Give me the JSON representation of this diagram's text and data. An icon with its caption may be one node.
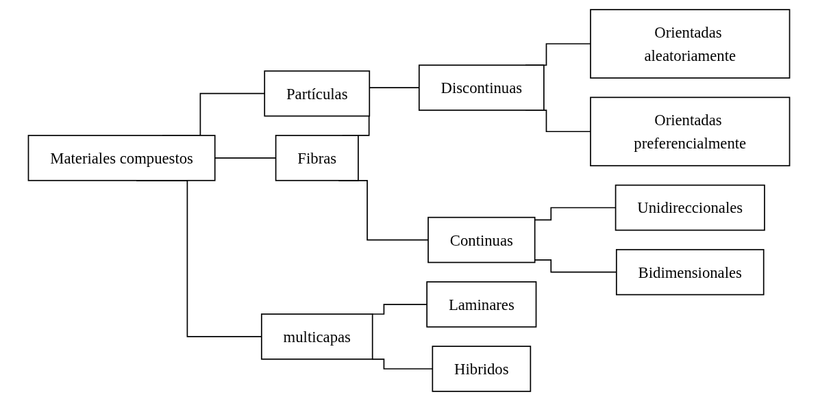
{
  "diagram": {
    "nodes": [
      {
        "text": [
          "Materiales compuestos"
        ]
      },
      {
        "text": [
          "Partículas"
        ]
      },
      {
        "text": [
          "Fibras"
        ]
      },
      {
        "text": [
          "multicapas"
        ]
      },
      {
        "text": [
          "Discontinuas"
        ]
      },
      {
        "text": [
          "Continuas"
        ]
      },
      {
        "text": [
          "Laminares"
        ]
      },
      {
        "text": [
          "Hibridos"
        ]
      },
      {
        "text": [
          "Orientadas aleatoriamente"
        ]
      },
      {
        "text": [
          "Orientadas preferencialmente"
        ]
      },
      {
        "text": [
          "Unidireccionales"
        ]
      },
      {
        "text": [
          "Bidimensionales"
        ]
      }
    ],
    "edges": [
      {
        "from": 0,
        "to": 1,
        "arrow": "none"
      },
      {
        "from": 0,
        "to": 2,
        "arrow": "none"
      },
      {
        "from": 0,
        "to": 3,
        "arrow": "none"
      },
      {
        "from": 2,
        "to": 4,
        "arrow": "none"
      },
      {
        "from": 2,
        "to": 5,
        "arrow": "none"
      },
      {
        "from": 3,
        "to": 6,
        "arrow": "none"
      },
      {
        "from": 3,
        "to": 7,
        "arrow": "none"
      },
      {
        "from": 4,
        "to": 8,
        "arrow": "none"
      },
      {
        "from": 4,
        "to": 9,
        "arrow": "none"
      },
      {
        "from": 5,
        "to": 10,
        "arrow": "none"
      },
      {
        "from": 5,
        "to": 11,
        "arrow": "none"
      }
    ]
  }
}
